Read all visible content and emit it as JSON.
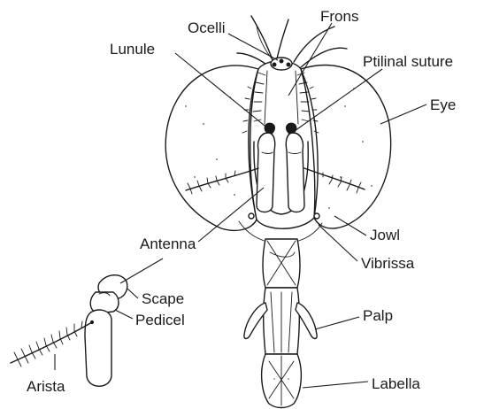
{
  "labels": {
    "ocelli": "Ocelli",
    "frons": "Frons",
    "lunule": "Lunule",
    "ptilinal_suture": "Ptilinal suture",
    "eye": "Eye",
    "antenna": "Antenna",
    "jowl": "Jowl",
    "vibrissa": "Vibrissa",
    "scape": "Scape",
    "pedicel": "Pedicel",
    "palp": "Palp",
    "arista": "Arista",
    "labella": "Labella"
  }
}
